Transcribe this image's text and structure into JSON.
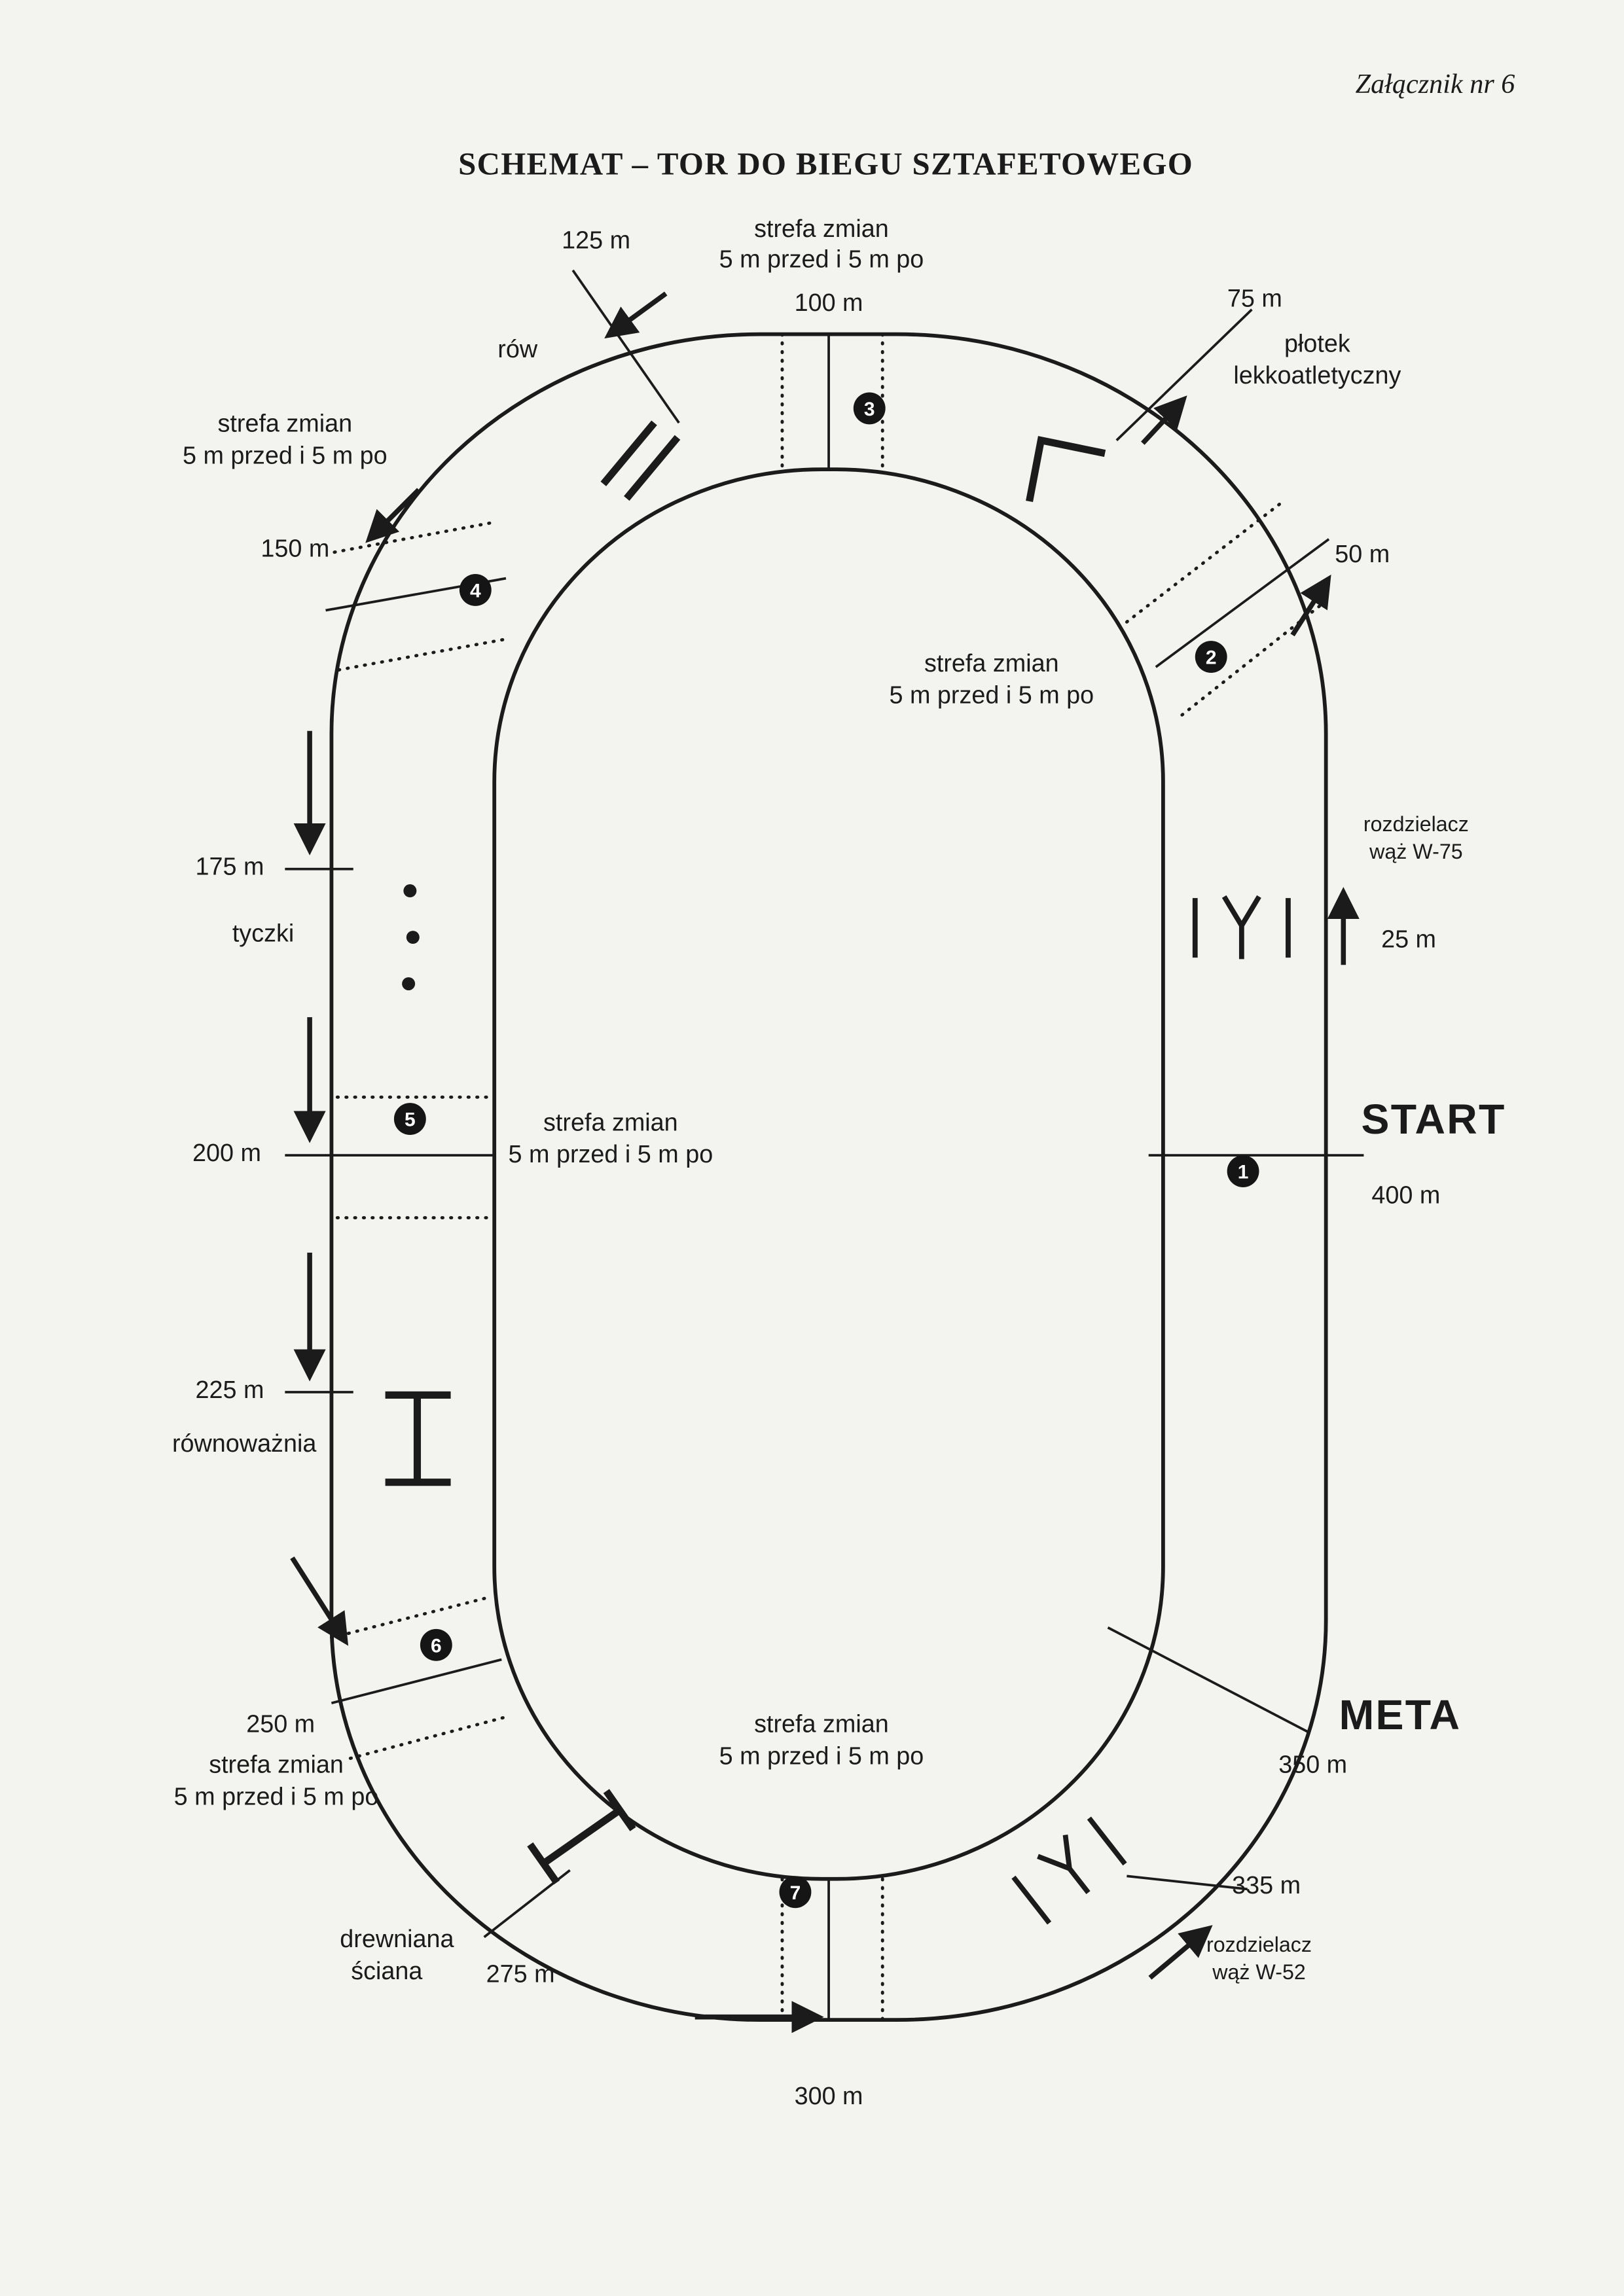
{
  "doc": {
    "attachment": "Załącznik nr 6",
    "title": "SCHEMAT – TOR DO BIEGU SZTAFETOWEGO"
  },
  "zone": {
    "line1": "strefa zmian",
    "line2": "5 m przed i 5 m po"
  },
  "marks": {
    "m25": "25 m",
    "m50": "50 m",
    "m75": "75 m",
    "m100": "100 m",
    "m125": "125 m",
    "m150": "150 m",
    "m175": "175 m",
    "m200": "200 m",
    "m225": "225 m",
    "m250": "250 m",
    "m275": "275 m",
    "m300": "300 m",
    "m335": "335 m",
    "m350": "350 m",
    "m400": "400 m"
  },
  "landmarks": {
    "start": "START",
    "meta": "META",
    "row": "rów",
    "plotek1": "płotek",
    "plotek2": "lekkoatletyczny",
    "tyczki": "tyczki",
    "rownowaznia": "równoważnia",
    "sciana1": "drewniana",
    "sciana2": "ściana",
    "rozdzielacz75_1": "rozdzielacz",
    "rozdzielacz75_2": "wąż W-75",
    "rozdzielacz52_1": "rozdzielacz",
    "rozdzielacz52_2": "wąż W-52"
  },
  "stations": {
    "s1": "1",
    "s2": "2",
    "s3": "3",
    "s4": "4",
    "s5": "5",
    "s6": "6",
    "s7": "7"
  },
  "colors": {
    "ink": "#1b1b1b",
    "paper": "#f3f3ef"
  }
}
